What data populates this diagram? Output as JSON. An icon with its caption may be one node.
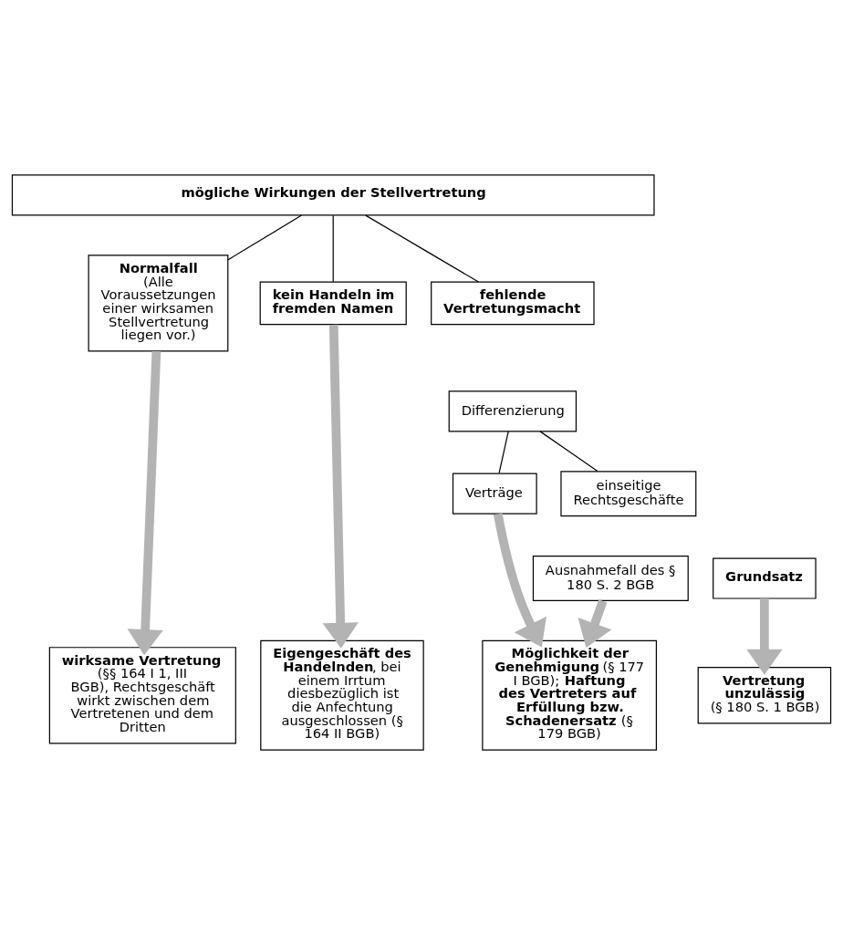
{
  "diagram": {
    "nodes": [
      {
        "text": [
          "mögliche Wirkungen der Stellvertretung"
        ]
      },
      {
        "text": [
          "Normalfall",
          "(Alle Voraussetzungen einer wirksamen Stellvertretung liegen vor.)"
        ]
      },
      {
        "text": [
          "kein Handeln im fremden Namen"
        ]
      },
      {
        "text": [
          "fehlende Vertretungsmacht"
        ]
      },
      {
        "text": [
          "Differenzierung"
        ]
      },
      {
        "text": [
          "Verträge"
        ]
      },
      {
        "text": [
          "einseitige Rechtsgeschäfte"
        ]
      },
      {
        "text": [
          "Ausnahmefall des § 180 S. 2 BGB"
        ]
      },
      {
        "text": [
          "Grundsatz"
        ]
      },
      {
        "text": [
          "wirksame Vertretung",
          "(§§ 164 I 1, III BGB), Rechtsgeschäft wirkt zwischen dem Vertretenen und dem Dritten"
        ]
      },
      {
        "text": [
          "**Eigengeschäft des Handelnden**, bei einem Irrtum diesbezüglich ist die Anfechtung ausgeschlossen (§ 164 II BGB)"
        ]
      },
      {
        "text": [
          "**Möglichkeit der Genehmigung** (§ 177 I BGB); **Haftung des Vertreters auf Erfüllung bzw. Schadenersatz** (§ 179 BGB)"
        ]
      },
      {
        "text": [
          "Vertretung unzulässig",
          "(§ 180 S. 1 BGB)"
        ]
      }
    ],
    "edges": [
      {
        "from": 0,
        "to": 1,
        "arrow": "none",
        "color": "#000000"
      },
      {
        "from": 0,
        "to": 2,
        "arrow": "none",
        "color": "#000000"
      },
      {
        "from": 0,
        "to": 3,
        "arrow": "none",
        "color": "#000000"
      },
      {
        "from": 4,
        "to": 5,
        "arrow": "none",
        "color": "#000000"
      },
      {
        "from": 4,
        "to": 6,
        "arrow": "none",
        "color": "#000000"
      },
      {
        "from": 1,
        "to": 9,
        "arrow": "to",
        "style": "thick",
        "color": "#b3b3b3"
      },
      {
        "from": 2,
        "to": 10,
        "arrow": "to",
        "style": "thick",
        "color": "#b3b3b3"
      },
      {
        "from": 5,
        "to": 11,
        "arrow": "to",
        "style": "thick",
        "color": "#b3b3b3"
      },
      {
        "from": 7,
        "to": 11,
        "arrow": "to",
        "style": "thick",
        "color": "#b3b3b3"
      },
      {
        "from": 8,
        "to": 12,
        "arrow": "to",
        "style": "thick",
        "color": "#b3b3b3"
      }
    ]
  }
}
